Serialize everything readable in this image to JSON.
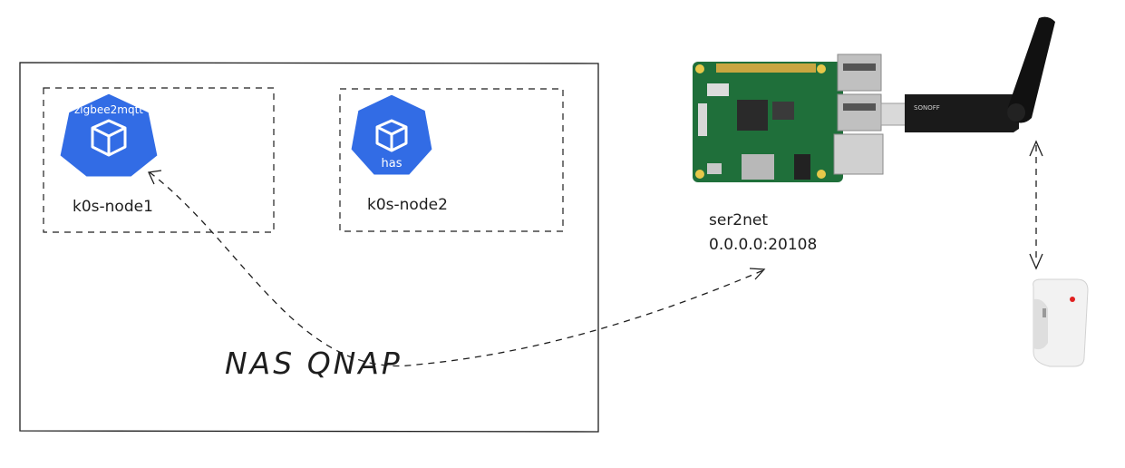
{
  "nas": {
    "label": "NAS QNAP",
    "nodes": [
      {
        "node_label": "k0s-node1",
        "workload_label": "zigbee2mqtt",
        "icon": "kubernetes-pod-icon"
      },
      {
        "node_label": "k0s-node2",
        "workload_label": "has",
        "icon": "kubernetes-pod-icon"
      }
    ]
  },
  "raspberry_pi": {
    "service_name": "ser2net",
    "service_address": "0.0.0.0:20108",
    "icon": "raspberry-pi-board-icon"
  },
  "zigbee_dongle": {
    "brand": "SONOFF",
    "icon": "usb-zigbee-dongle-icon"
  },
  "sensor": {
    "icon": "door-sensor-icon"
  },
  "colors": {
    "stroke": "#1e1e1e",
    "k8s_blue": "#326ce5",
    "pcb_green": "#1f6f3a",
    "dongle_black": "#1a1a1a",
    "sensor_red": "#e02020"
  }
}
